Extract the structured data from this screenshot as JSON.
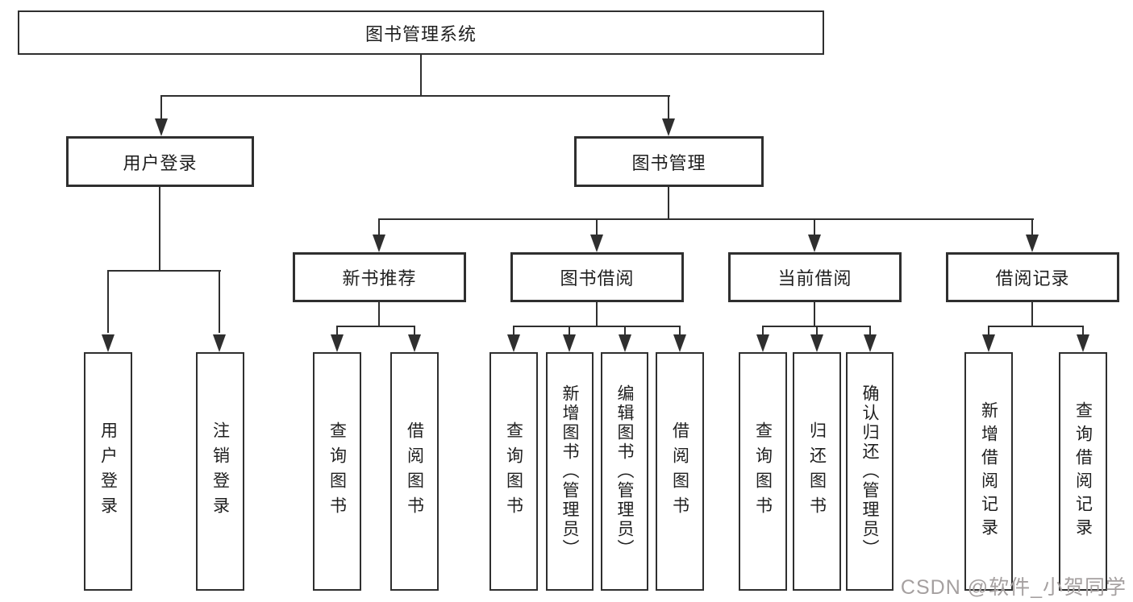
{
  "diagram": {
    "colors": {
      "line": "#2f2f2f",
      "text": "#1f1f1f",
      "watermark": "#a5a0a0",
      "background": "#ffffff"
    },
    "tree": {
      "label": "图书管理系统",
      "children": [
        {
          "label": "用户登录",
          "children": [
            {
              "label": "用户登录"
            },
            {
              "label": "注销登录"
            }
          ]
        },
        {
          "label": "图书管理",
          "children": [
            {
              "label": "新书推荐",
              "children": [
                {
                  "label": "查询图书"
                },
                {
                  "label": "借阅图书"
                }
              ]
            },
            {
              "label": "图书借阅",
              "children": [
                {
                  "label": "查询图书"
                },
                {
                  "label": "新增图书（管理员）"
                },
                {
                  "label": "编辑图书（管理员）"
                },
                {
                  "label": "借阅图书"
                }
              ]
            },
            {
              "label": "当前借阅",
              "children": [
                {
                  "label": "查询图书"
                },
                {
                  "label": "归还图书"
                },
                {
                  "label": "确认归还（管理员）"
                }
              ]
            },
            {
              "label": "借阅记录",
              "children": [
                {
                  "label": "新增借阅记录"
                },
                {
                  "label": "查询借阅记录"
                }
              ]
            }
          ]
        }
      ]
    },
    "watermark": {
      "text": "CSDN @软件_小贺同学"
    }
  }
}
